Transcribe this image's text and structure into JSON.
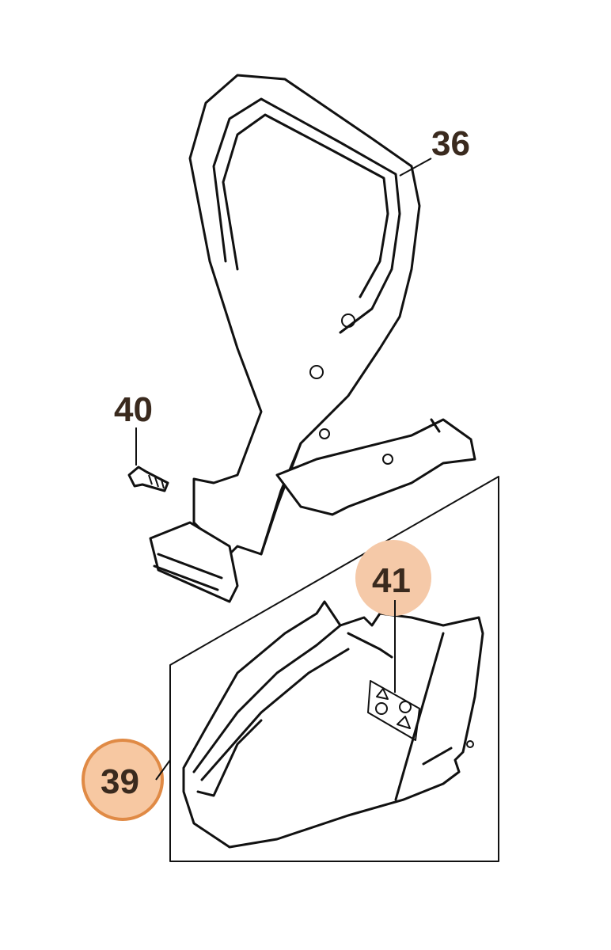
{
  "callouts": [
    {
      "id": "36",
      "label": "36",
      "highlight": "none"
    },
    {
      "id": "40",
      "label": "40",
      "highlight": "none"
    },
    {
      "id": "41",
      "label": "41",
      "highlight": "filled"
    },
    {
      "id": "39",
      "label": "39",
      "highlight": "ring"
    }
  ],
  "colors": {
    "line": "#111111",
    "label_text": "#3a2a1e",
    "highlight_fill": "#f5c9a8",
    "highlight_ring": "#e08a45",
    "ring_fill": "#f7c8a2"
  }
}
